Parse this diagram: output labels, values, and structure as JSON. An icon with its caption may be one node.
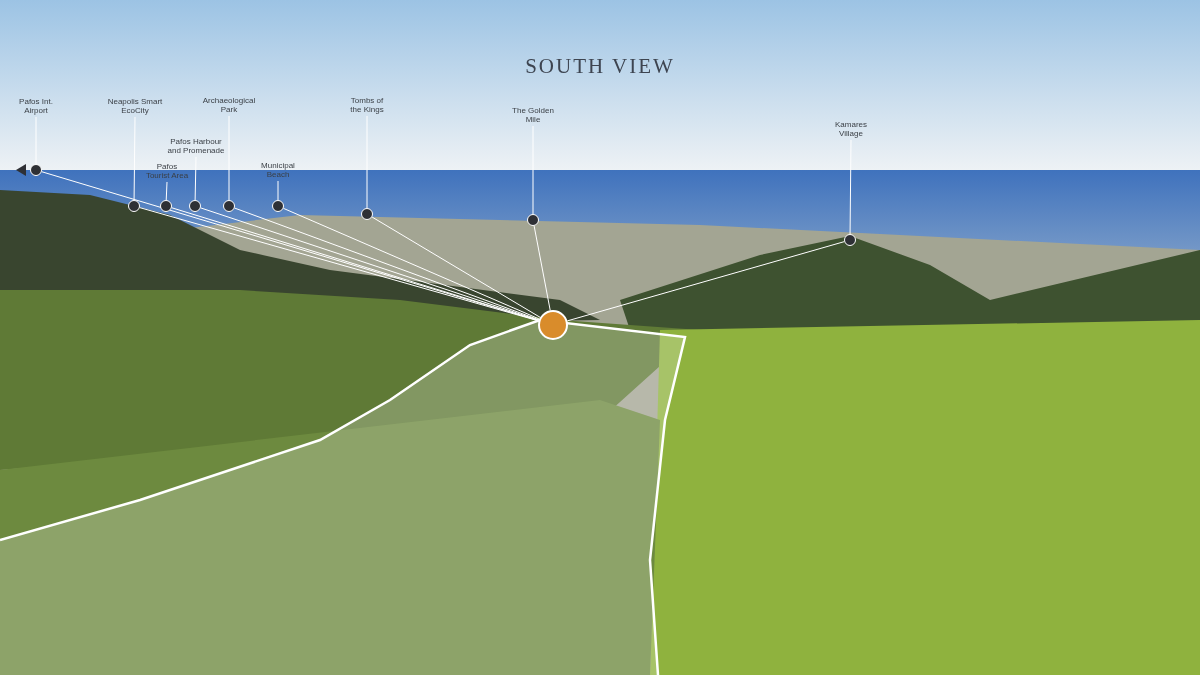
{
  "diagram": {
    "title": "SOUTH VIEW",
    "nodes": [
      {
        "text": [
          "Pafos Int. Airport"
        ]
      },
      {
        "text": [
          "Neapolis Smart EcoCity"
        ]
      },
      {
        "text": [
          "Pafos Tourist Area"
        ]
      },
      {
        "text": [
          "Pafos Harbour and Promenade"
        ]
      },
      {
        "text": [
          "Archaeological Park"
        ]
      },
      {
        "text": [
          "Municipal Beach"
        ]
      },
      {
        "text": [
          "Tombs of the Kings"
        ]
      },
      {
        "text": [
          "The Golden Mile"
        ]
      },
      {
        "text": [
          "Kamares Village"
        ]
      },
      {
        "text": [],
        "shape": "circle"
      },
      {
        "text": [],
        "shape": "circle"
      },
      {
        "text": [],
        "shape": "circle"
      },
      {
        "text": [],
        "shape": "circle"
      },
      {
        "text": [],
        "shape": "circle"
      },
      {
        "text": [],
        "shape": "circle"
      },
      {
        "text": [],
        "shape": "circle"
      },
      {
        "text": [],
        "shape": "circle"
      },
      {
        "text": [],
        "shape": "circle"
      },
      {
        "text": [],
        "shape": "circle"
      }
    ],
    "edges": [
      {
        "from": 0,
        "to": 9,
        "arrow": "none"
      },
      {
        "from": 1,
        "to": 10,
        "arrow": "none"
      },
      {
        "from": 2,
        "to": 11,
        "arrow": "none"
      },
      {
        "from": 3,
        "to": 12,
        "arrow": "none"
      },
      {
        "from": 4,
        "to": 13,
        "arrow": "none"
      },
      {
        "from": 5,
        "to": 14,
        "arrow": "none"
      },
      {
        "from": 6,
        "to": 15,
        "arrow": "none"
      },
      {
        "from": 7,
        "to": 16,
        "arrow": "none"
      },
      {
        "from": 8,
        "to": 17,
        "arrow": "none"
      },
      {
        "from": 18,
        "to": 9,
        "arrow": "none"
      },
      {
        "from": 18,
        "to": 10,
        "arrow": "none"
      },
      {
        "from": 18,
        "to": 11,
        "arrow": "none"
      },
      {
        "from": 18,
        "to": 12,
        "arrow": "none"
      },
      {
        "from": 18,
        "to": 13,
        "arrow": "none"
      },
      {
        "from": 18,
        "to": 14,
        "arrow": "none"
      },
      {
        "from": 18,
        "to": 15,
        "arrow": "none"
      },
      {
        "from": 18,
        "to": 16,
        "arrow": "none"
      },
      {
        "from": 18,
        "to": 17,
        "arrow": "none"
      }
    ]
  }
}
